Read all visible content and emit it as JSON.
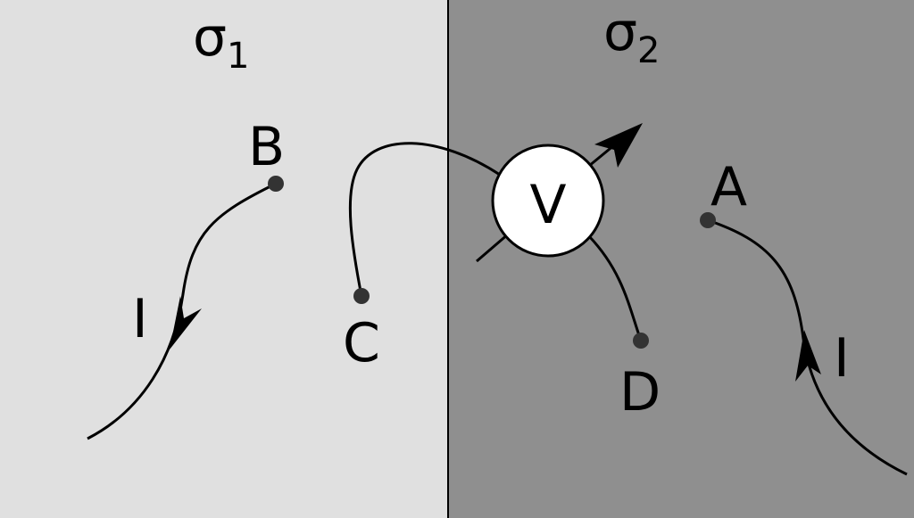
{
  "regions": {
    "left": {
      "symbol": "σ",
      "subscript": "1",
      "color": "#e0e0e0"
    },
    "right": {
      "symbol": "σ",
      "subscript": "2",
      "color": "#8f8f8f"
    }
  },
  "points": {
    "A": "A",
    "B": "B",
    "C": "C",
    "D": "D"
  },
  "meter": {
    "label": "V"
  },
  "current_labels": {
    "left": "I",
    "right": "I"
  }
}
